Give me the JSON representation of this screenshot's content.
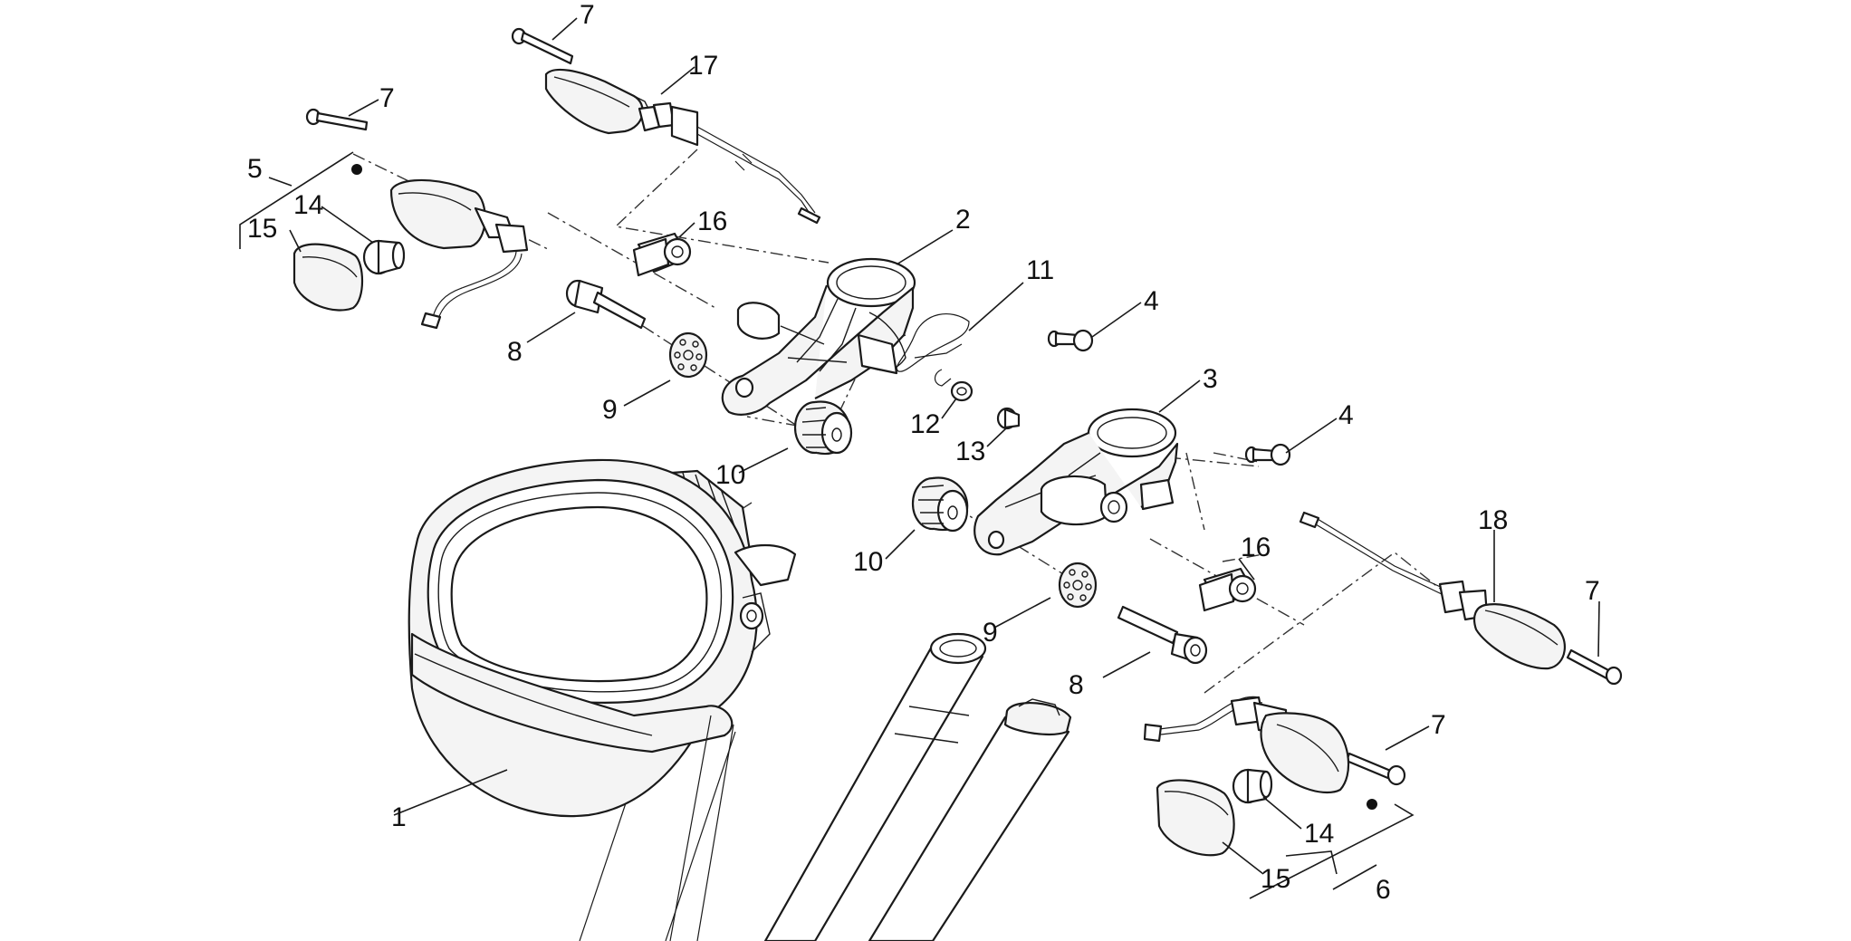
{
  "diagram": {
    "type": "exploded-parts-view",
    "callouts": [
      {
        "id": "c1",
        "text": "1"
      },
      {
        "id": "c2",
        "text": "2"
      },
      {
        "id": "c3",
        "text": "3"
      },
      {
        "id": "c4a",
        "text": "4"
      },
      {
        "id": "c4b",
        "text": "4"
      },
      {
        "id": "c5",
        "text": "5"
      },
      {
        "id": "c6",
        "text": "6"
      },
      {
        "id": "c7a",
        "text": "7"
      },
      {
        "id": "c7b",
        "text": "7"
      },
      {
        "id": "c7c",
        "text": "7"
      },
      {
        "id": "c7d",
        "text": "7"
      },
      {
        "id": "c8a",
        "text": "8"
      },
      {
        "id": "c8b",
        "text": "8"
      },
      {
        "id": "c9a",
        "text": "9"
      },
      {
        "id": "c9b",
        "text": "9"
      },
      {
        "id": "c10a",
        "text": "10"
      },
      {
        "id": "c10b",
        "text": "10"
      },
      {
        "id": "c11",
        "text": "11"
      },
      {
        "id": "c12",
        "text": "12"
      },
      {
        "id": "c13",
        "text": "13"
      },
      {
        "id": "c14a",
        "text": "14"
      },
      {
        "id": "c14b",
        "text": "14"
      },
      {
        "id": "c15a",
        "text": "15"
      },
      {
        "id": "c15b",
        "text": "15"
      },
      {
        "id": "c16a",
        "text": "16"
      },
      {
        "id": "c16b",
        "text": "16"
      },
      {
        "id": "c17",
        "text": "17"
      },
      {
        "id": "c18",
        "text": "18"
      }
    ]
  }
}
